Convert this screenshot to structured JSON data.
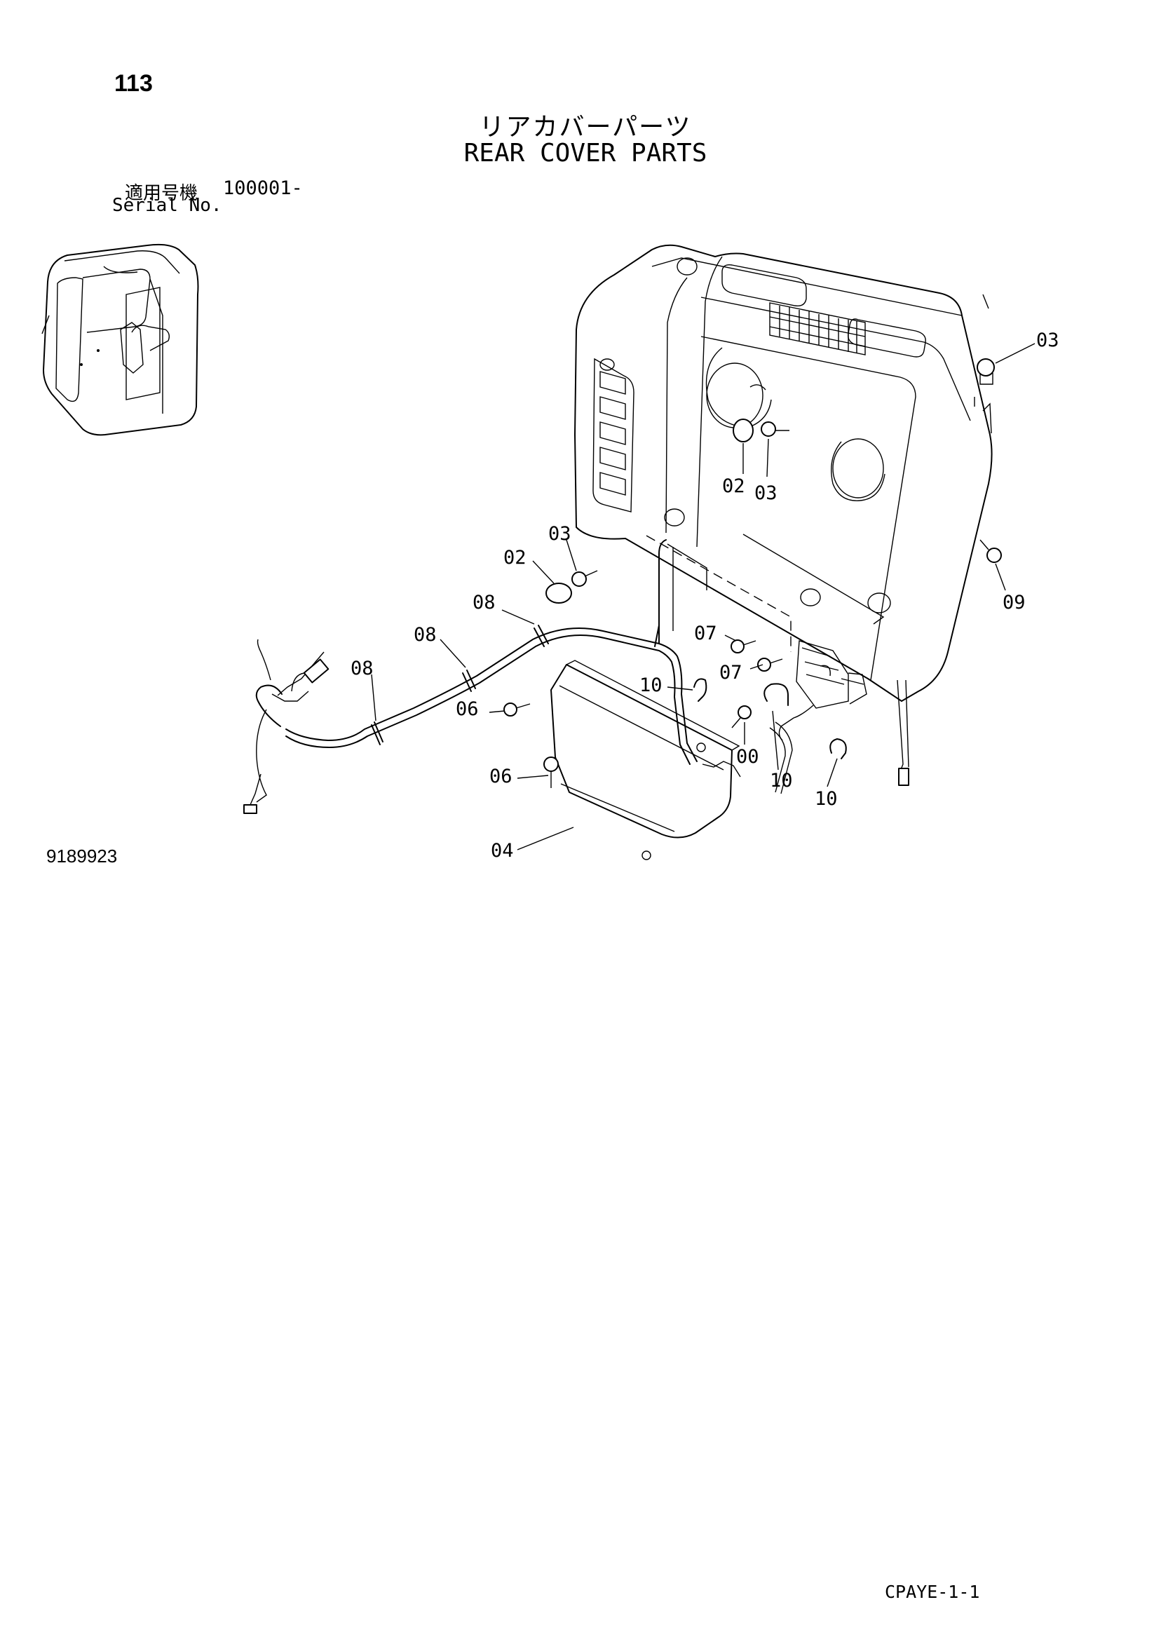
{
  "header": {
    "page_number": "113",
    "title_jp": "リアカバーパーツ",
    "title_en": "REAR COVER PARTS",
    "serial_label_jp": "適用号機",
    "serial_range": "100001-",
    "serial_label_en": "Serial No."
  },
  "footer": {
    "drawing_number": "9189923",
    "page_code": "CPAYE-1-1"
  },
  "callouts": {
    "c03_top_right": "03",
    "c02_center": "02",
    "c03_center": "03",
    "c03_left": "03",
    "c02_left": "02",
    "c09": "09",
    "c08_a": "08",
    "c08_b": "08",
    "c08_c": "08",
    "c07_a": "07",
    "c07_b": "07",
    "c10_a": "10",
    "c06_a": "06",
    "c00": "00",
    "c10_b": "10",
    "c06_b": "06",
    "c10_c": "10",
    "c04": "04"
  }
}
